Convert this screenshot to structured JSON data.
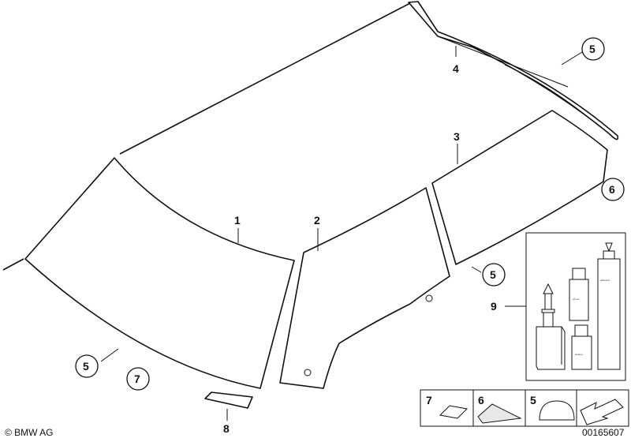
{
  "callouts": {
    "windscreen": "1",
    "side_window": "2",
    "rear_window": "3",
    "roof_strip": "4",
    "foam_spacer_top": "5",
    "seal_six": "6",
    "foam_spacer_rear": "5",
    "foam_spacer_front": "5",
    "seal_seven": "7",
    "pad_eight": "8",
    "kit_nine": "9"
  },
  "legend": [
    {
      "number": "7",
      "icon": "flat-pad-icon"
    },
    {
      "number": "6",
      "icon": "triangular-foam-icon"
    },
    {
      "number": "5",
      "icon": "dome-spacer-icon"
    },
    {
      "number": "",
      "icon": "arrow-icon"
    }
  ],
  "footer": {
    "copyright": "© BMW AG",
    "part_id": "00165607"
  }
}
